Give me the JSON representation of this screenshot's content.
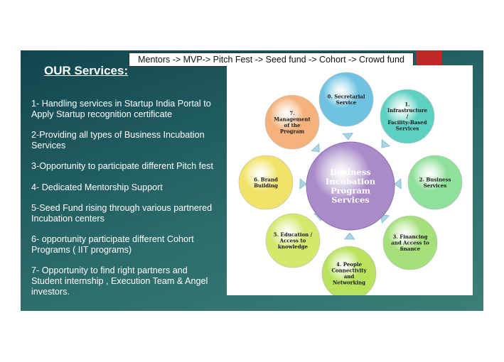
{
  "banner": "Mentors -> MVP-> Pitch Fest -> Seed fund -> Cohort -> Crowd fund",
  "title": "OUR Services:",
  "services": [
    "1- Handling services in Startup India Portal to Apply Startup recognition certificate",
    "2-Providing all types of Business Incubation Services",
    "3-Opportunity to participate different Pitch fest",
    "4- Dedicated Mentorship Support",
    "5-Seed Fund rising through various partnered Incubation centers",
    "6- opportunity participate different Cohort Programs ( IIT programs)",
    "7- Opportunity to find right partners and Student internship , Execution Team & Angel investors."
  ],
  "diagram": {
    "center": [
      "Business",
      "Incubation",
      "Program",
      "Services"
    ],
    "center_color": "#a98bc9",
    "nodes": [
      {
        "lines": [
          "0. Secretarial",
          "Service"
        ],
        "color": "#6fc3e0"
      },
      {
        "lines": [
          "1.",
          "Infrastructure",
          "/",
          "Facility-Based",
          "Services"
        ],
        "color": "#5fd1c4"
      },
      {
        "lines": [
          "2. Business",
          "Services"
        ],
        "color": "#8fe09a"
      },
      {
        "lines": [
          "3. Financing",
          "and Access to",
          "finance"
        ],
        "color": "#a6e07a"
      },
      {
        "lines": [
          "4. People",
          "Connectivity",
          "and",
          "Networking"
        ],
        "color": "#b9e35d"
      },
      {
        "lines": [
          "5. Education /",
          "Access to",
          "knowledge"
        ],
        "color": "#d4e86b"
      },
      {
        "lines": [
          "6. Brand",
          "Building"
        ],
        "color": "#f1e36a"
      },
      {
        "lines": [
          "7.",
          "Management",
          "of the",
          "Program"
        ],
        "color": "#f5b27a"
      }
    ]
  }
}
